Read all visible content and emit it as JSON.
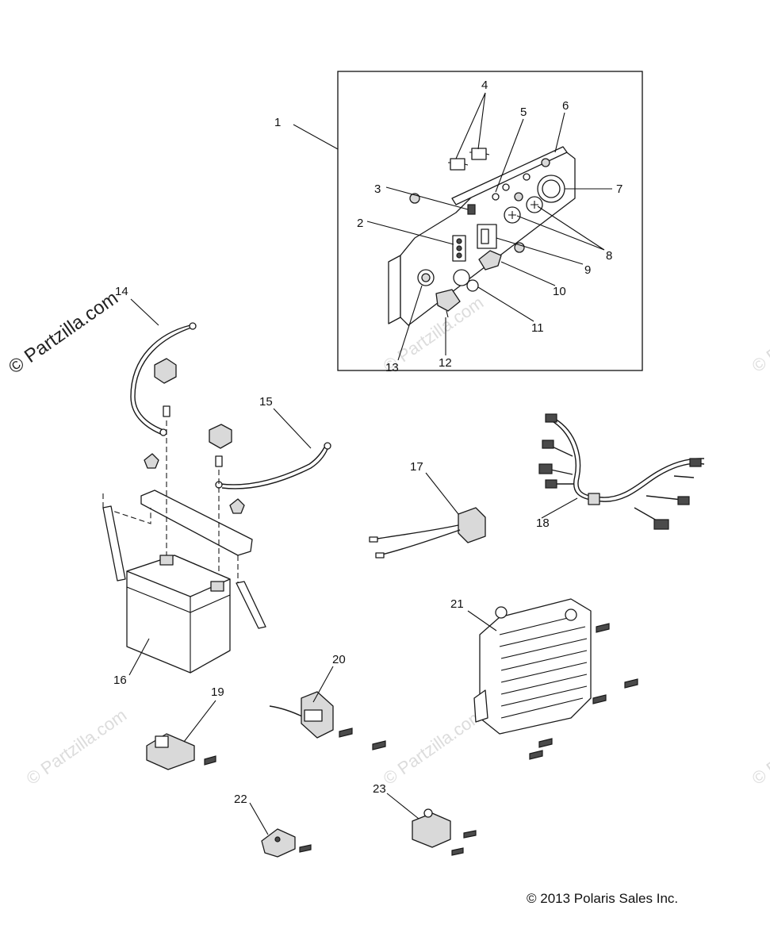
{
  "watermark": {
    "text": "© Partzilla.com"
  },
  "copyright": "© 2013 Polaris Sales Inc.",
  "callouts": [
    "1",
    "2",
    "3",
    "4",
    "5",
    "6",
    "7",
    "8",
    "9",
    "10",
    "11",
    "12",
    "13",
    "14",
    "15",
    "16",
    "17",
    "18",
    "19",
    "20",
    "21",
    "22",
    "23"
  ]
}
